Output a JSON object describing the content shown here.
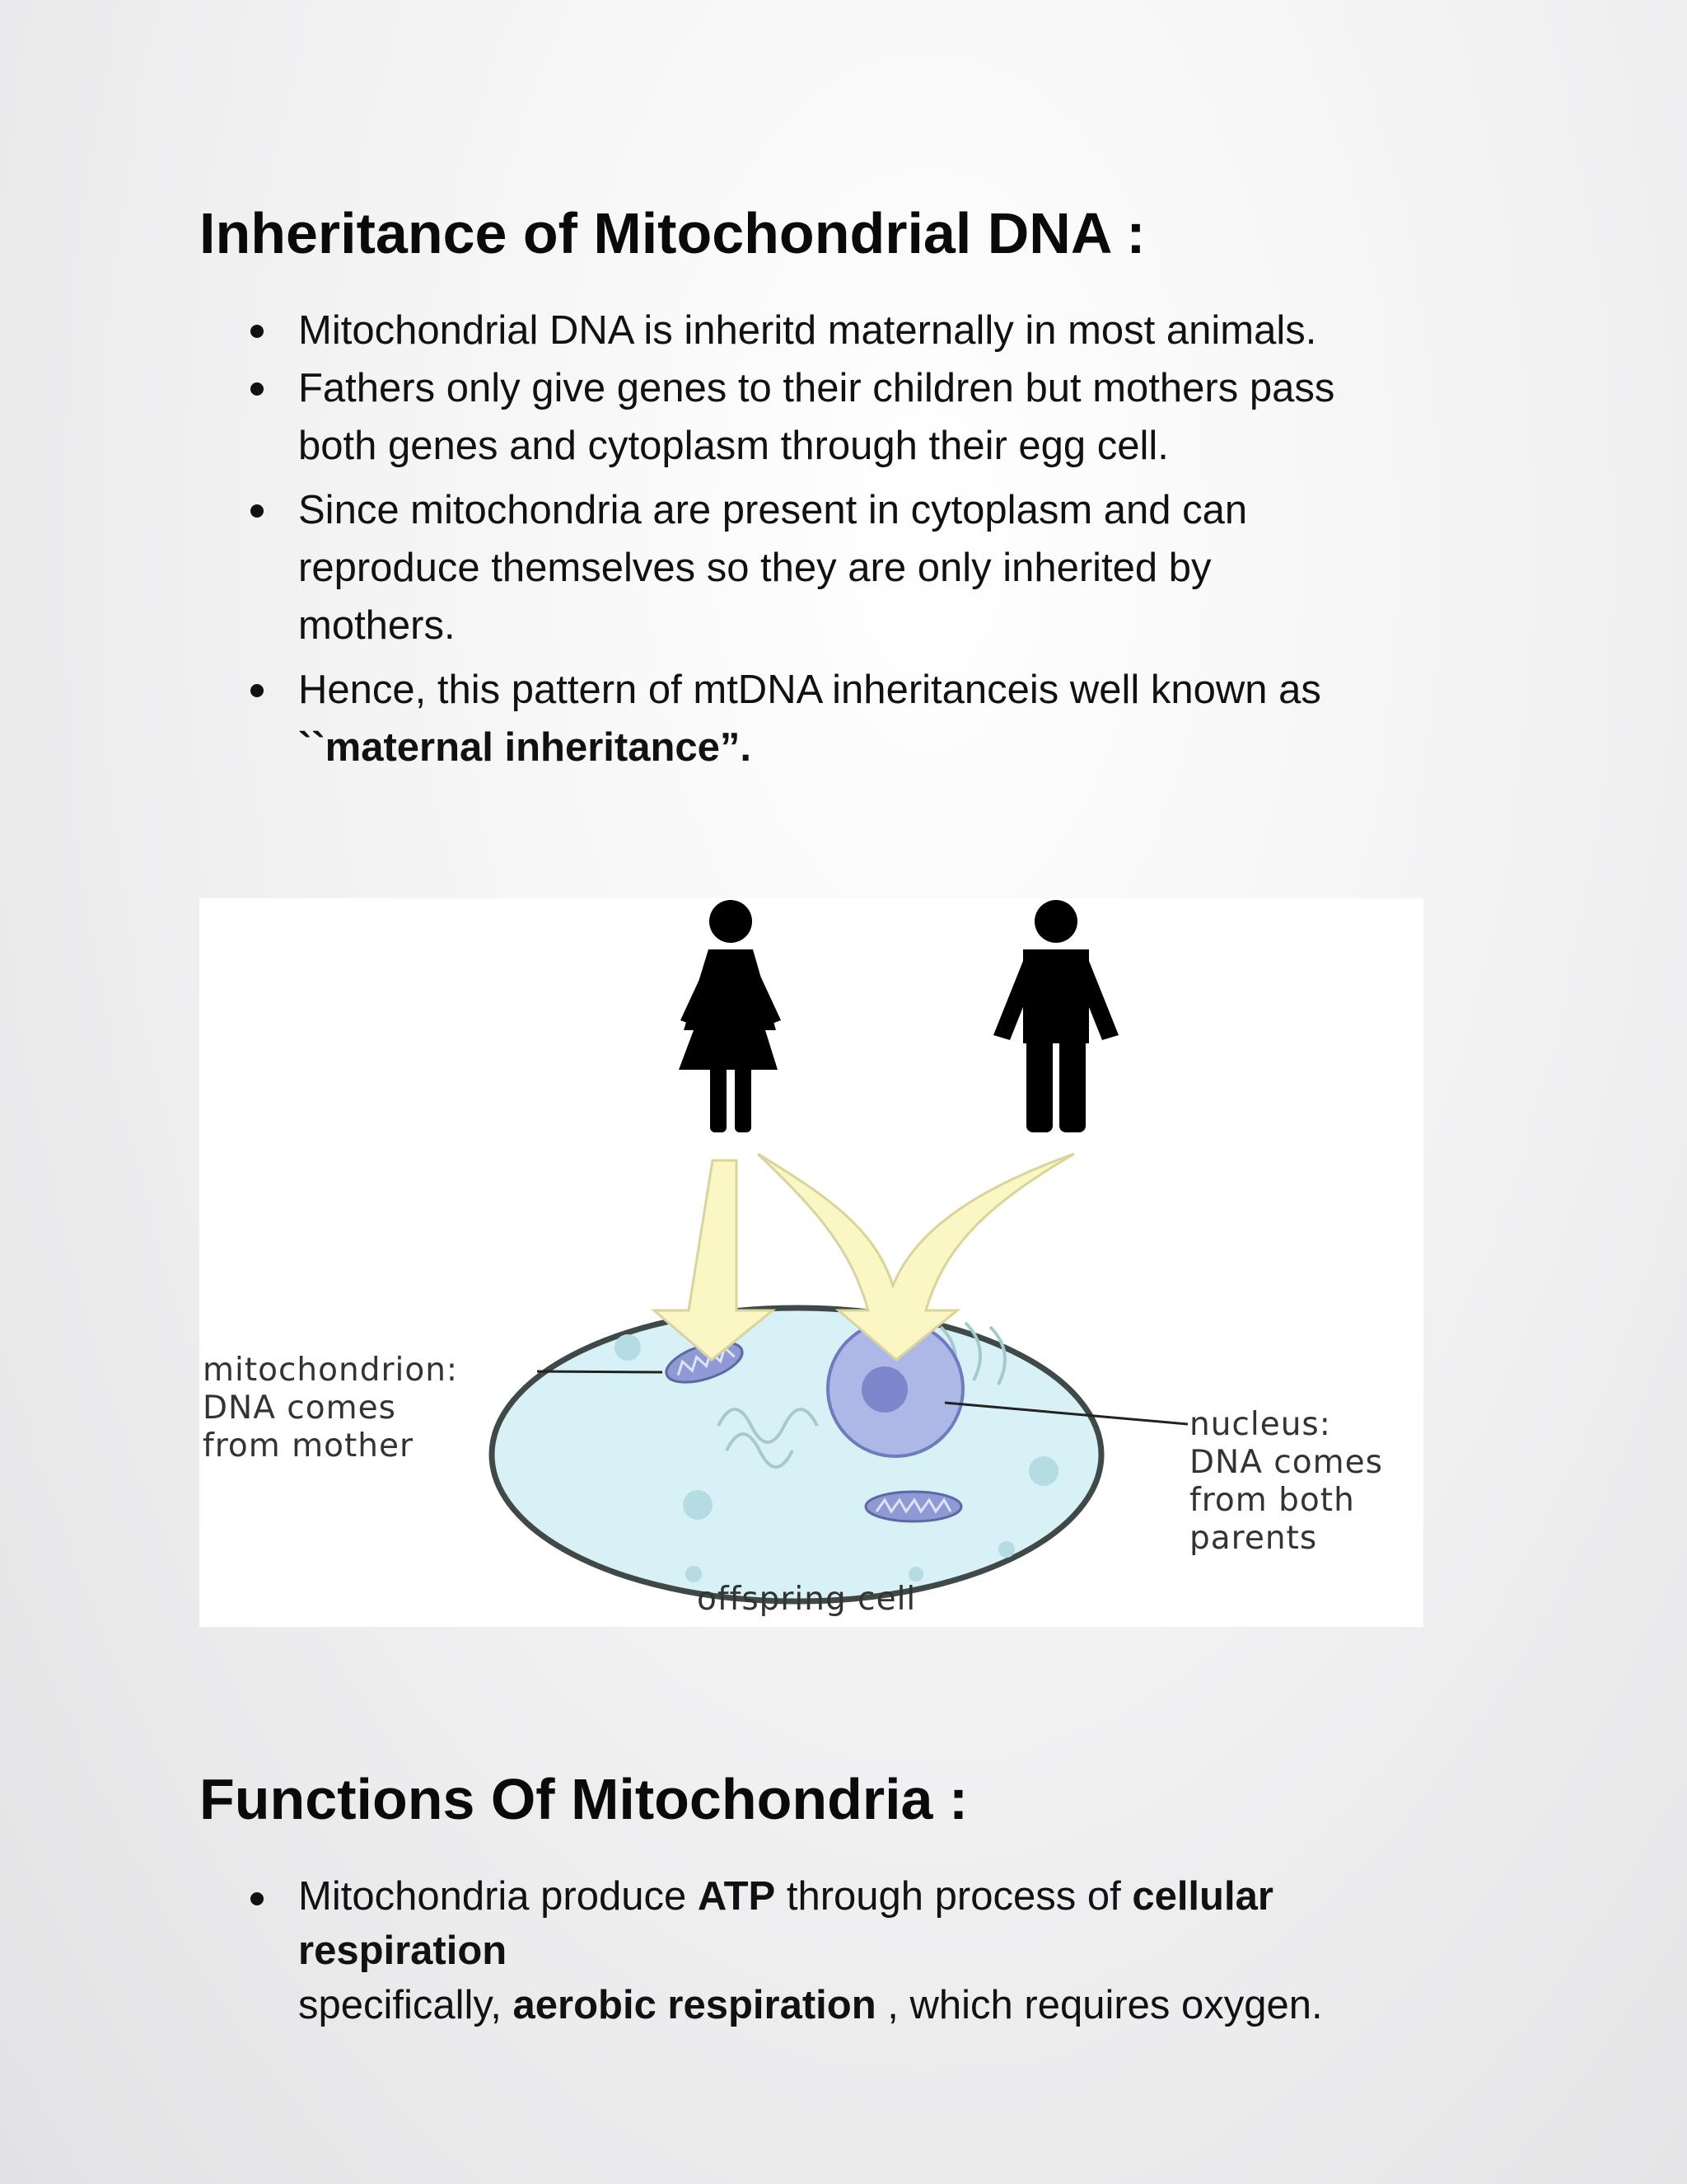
{
  "section1": {
    "title": "Inheritance of Mitochondrial DNA :",
    "bullets": {
      "b1": "Mitochondrial DNA is inheritd maternally in most animals.",
      "b2_line1": "Fathers only give genes to their children but mothers pass",
      "b2_line2": "both  genes and cytoplasm through their egg cell.",
      "b3_line1": "Since mitochondria are present in cytoplasm and can",
      "b3_line2": "reproduce  themselves so they are only inherited by",
      "b3_line3": "mothers.",
      "b4_line1": "Hence, this pattern of mtDNA inheritanceis well known as",
      "b4_line2": "``maternal inheritance”."
    }
  },
  "figure": {
    "label_mito": "mitochondrion:\nDNA comes\nfrom mother",
    "label_nucleus": "nucleus:\nDNA comes\nfrom both\nparents",
    "label_cell": "offspring cell",
    "colors": {
      "arrow": "#fbf7c4",
      "cell": "#d6f1f6",
      "nucleus": "#a9b3e3",
      "silhouette": "#000000"
    },
    "icons": [
      "female-figure-icon",
      "male-figure-icon"
    ]
  },
  "section2": {
    "title": "Functions Of Mitochondria :",
    "bullet1": {
      "t1": "Mitochondria produce ",
      "t2": "ATP",
      "t3": " through process of ",
      "t4": "cellular",
      "t5": "respiration",
      "t6": "specifically, ",
      "t7": "aerobic respiration",
      "t8": " , which requires oxygen."
    }
  }
}
